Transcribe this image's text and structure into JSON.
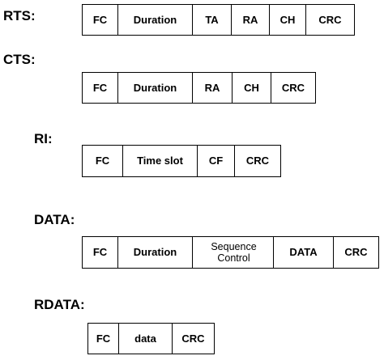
{
  "frames": [
    {
      "label": "RTS:",
      "fields": [
        "FC",
        "Duration",
        "TA",
        "RA",
        "CH",
        "CRC"
      ]
    },
    {
      "label": "CTS:",
      "fields": [
        "FC",
        "Duration",
        "RA",
        "CH",
        "CRC"
      ]
    },
    {
      "label": "RI:",
      "fields": [
        "FC",
        "Time slot",
        "CF",
        "CRC"
      ]
    },
    {
      "label": "DATA:",
      "fields": [
        "FC",
        "Duration",
        "Sequence Control",
        "DATA",
        "CRC"
      ]
    },
    {
      "label": "RDATA:",
      "fields": [
        "FC",
        "data",
        "CRC"
      ]
    }
  ]
}
